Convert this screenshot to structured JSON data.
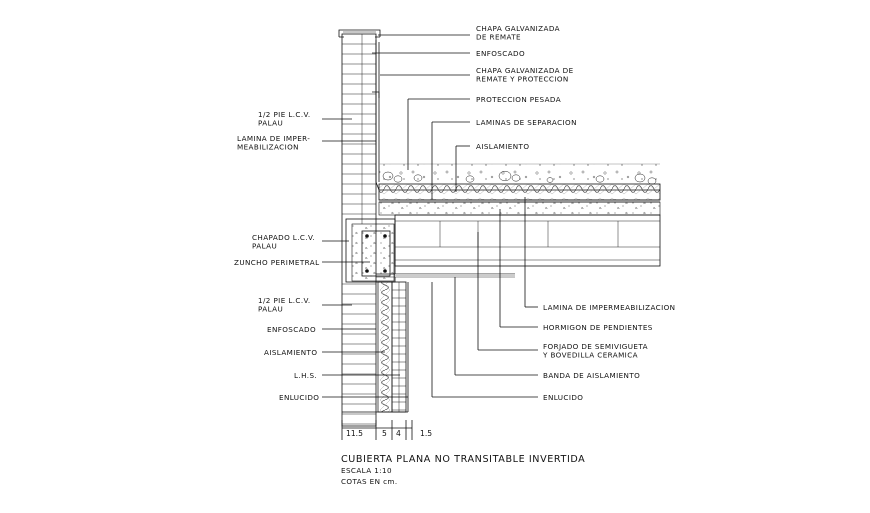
{
  "labels_right": [
    {
      "id": "chapa-remate",
      "lines": [
        "CHAPA GALVANIZADA",
        "DE REMATE"
      ]
    },
    {
      "id": "enfoscado-top",
      "lines": [
        "ENFOSCADO"
      ]
    },
    {
      "id": "chapa-proteccion",
      "lines": [
        "CHAPA GALVANIZADA DE",
        "REMATE Y PROTECCION"
      ]
    },
    {
      "id": "proteccion-pesada",
      "lines": [
        "PROTECCION PESADA"
      ]
    },
    {
      "id": "laminas-separacion",
      "lines": [
        "LAMINAS DE SEPARACION"
      ]
    },
    {
      "id": "aislamiento-top",
      "lines": [
        "AISLAMIENTO"
      ]
    },
    {
      "id": "lamina-imper-right",
      "lines": [
        "LAMINA DE IMPERMEABILIZACION"
      ]
    },
    {
      "id": "hormigon-pendientes",
      "lines": [
        "HORMIGON DE PENDIENTES"
      ]
    },
    {
      "id": "forjado",
      "lines": [
        "FORJADO DE SEMIVIGUETA",
        "Y BOVEDILLA CERAMICA"
      ]
    },
    {
      "id": "banda-aislamiento",
      "lines": [
        "BANDA DE AISLAMIENTO"
      ]
    },
    {
      "id": "enlucido-right",
      "lines": [
        "ENLUCIDO"
      ]
    }
  ],
  "labels_left": [
    {
      "id": "pie-lcv-top",
      "lines": [
        "1/2 PIE L.C.V.",
        "PALAU"
      ]
    },
    {
      "id": "lamina-imper-left",
      "lines": [
        "LAMINA DE IMPER-",
        "MEABILIZACION"
      ]
    },
    {
      "id": "chapado-lcv",
      "lines": [
        "CHAPADO L.C.V.",
        "PALAU"
      ]
    },
    {
      "id": "zuncho",
      "lines": [
        "ZUNCHO PERIMETRAL"
      ]
    },
    {
      "id": "pie-lcv-bottom",
      "lines": [
        "1/2 PIE L.C.V.",
        "PALAU"
      ]
    },
    {
      "id": "enfoscado-left",
      "lines": [
        "ENFOSCADO"
      ]
    },
    {
      "id": "aislamiento-left",
      "lines": [
        "AISLAMIENTO"
      ]
    },
    {
      "id": "lhs",
      "lines": [
        "L.H.S."
      ]
    },
    {
      "id": "enlucido-left",
      "lines": [
        "ENLUCIDO"
      ]
    }
  ],
  "dimensions": [
    "11.5",
    "5",
    "4",
    "1.5"
  ],
  "title": {
    "main": "CUBIERTA PLANA NO TRANSITABLE INVERTIDA",
    "scale": "ESCALA 1:10",
    "units": "COTAS EN cm."
  }
}
